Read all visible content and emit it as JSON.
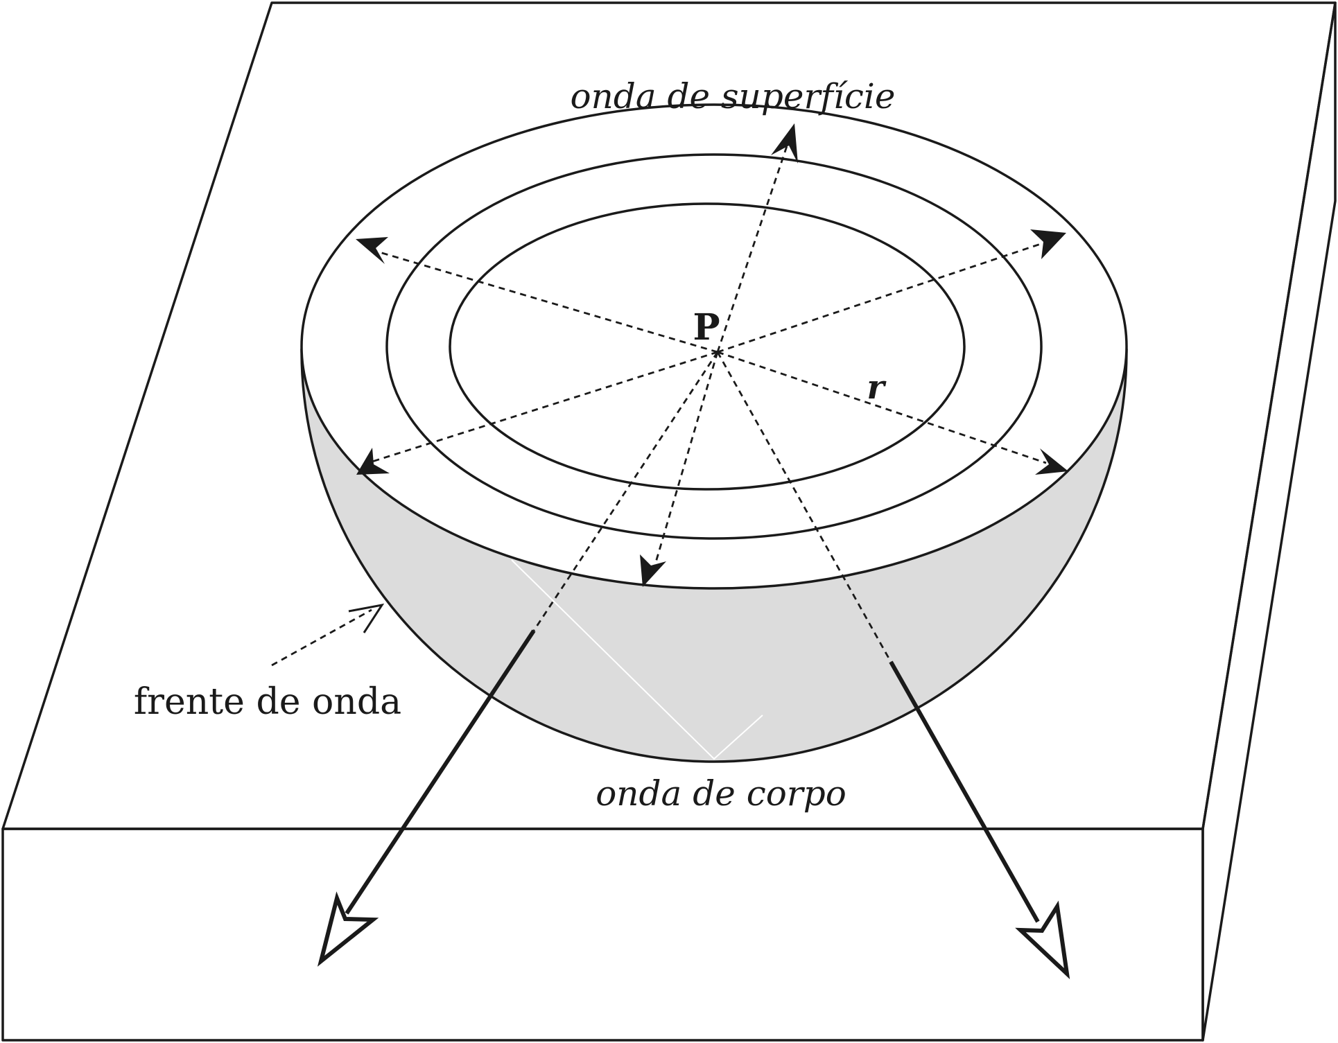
{
  "labels": {
    "surface_wave": "onda de superfície",
    "body_wave": "onda de corpo",
    "wavefront": "frente de onda",
    "point": "P",
    "radius": "r"
  },
  "colors": {
    "line": "#1a1a1a",
    "hemisphere_fill": "#dcdcdc",
    "background": "#ffffff"
  }
}
